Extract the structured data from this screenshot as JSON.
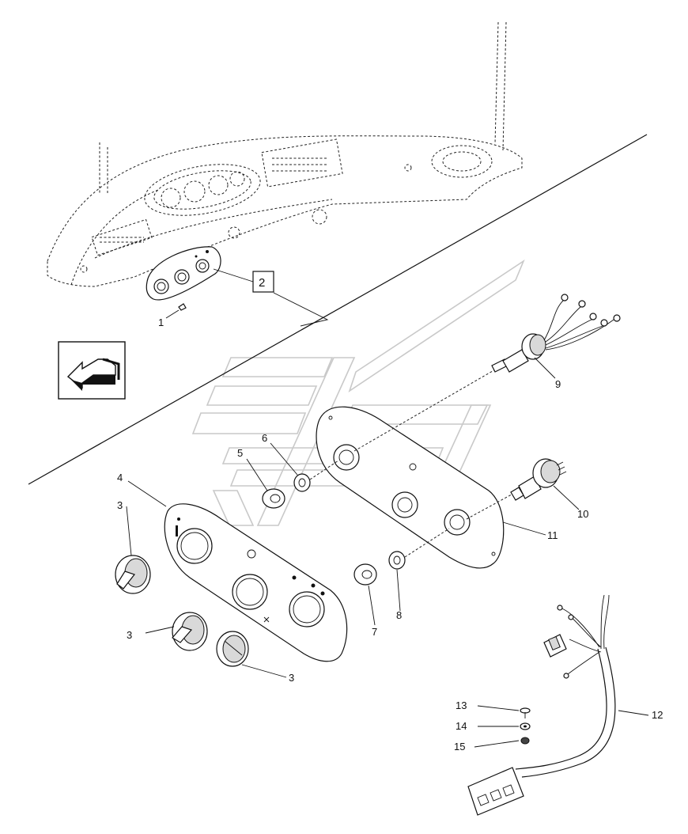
{
  "callouts": [
    {
      "id": "1",
      "label": "1"
    },
    {
      "id": "2",
      "label": "2"
    },
    {
      "id": "3a",
      "label": "3"
    },
    {
      "id": "3b",
      "label": "3"
    },
    {
      "id": "3c",
      "label": "3"
    },
    {
      "id": "4",
      "label": "4"
    },
    {
      "id": "5",
      "label": "5"
    },
    {
      "id": "6",
      "label": "6"
    },
    {
      "id": "7",
      "label": "7"
    },
    {
      "id": "8",
      "label": "8"
    },
    {
      "id": "9",
      "label": "9"
    },
    {
      "id": "10",
      "label": "10"
    },
    {
      "id": "11",
      "label": "11"
    },
    {
      "id": "12",
      "label": "12"
    },
    {
      "id": "13",
      "label": "13"
    },
    {
      "id": "14",
      "label": "14"
    },
    {
      "id": "15",
      "label": "15"
    }
  ],
  "icons": {
    "navigation": "back-arrow-icon"
  },
  "colors": {
    "line": "#111111",
    "watermark": "#c9c9c9",
    "background": "#ffffff"
  }
}
